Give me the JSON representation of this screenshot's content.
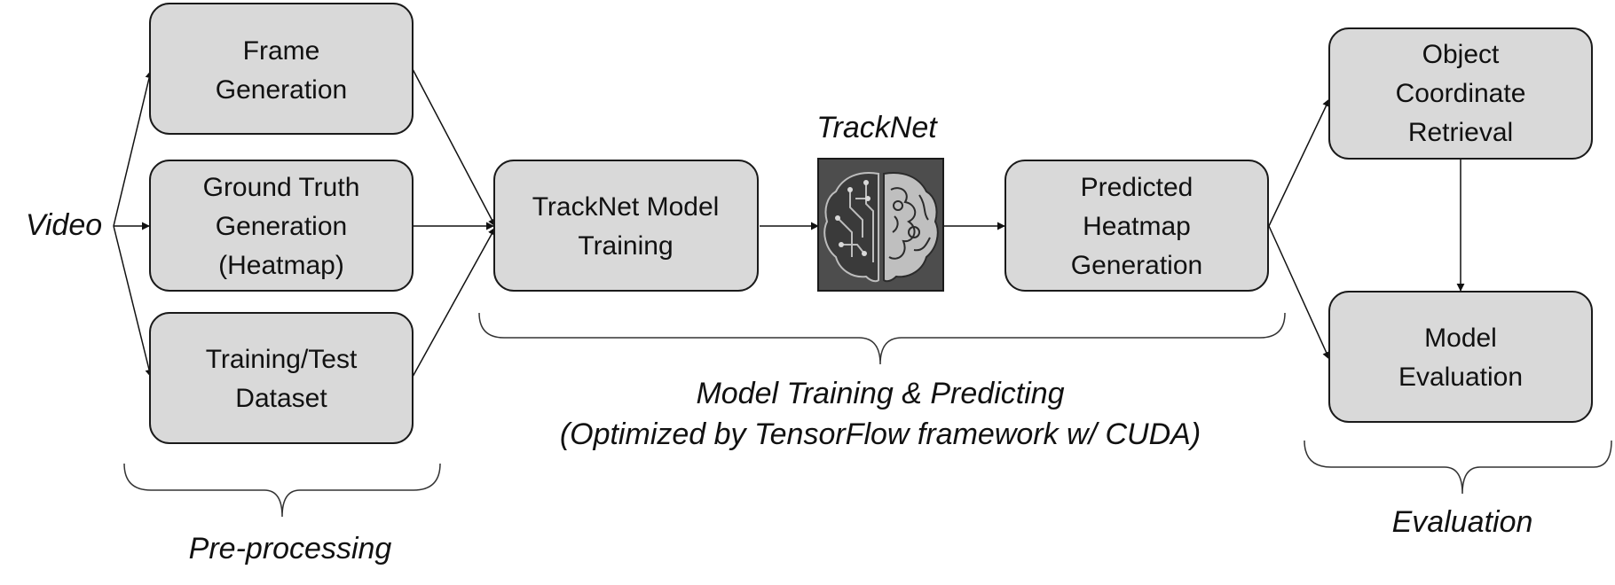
{
  "input_label": "Video",
  "preprocessing": {
    "frame_generation": [
      "Frame",
      "Generation"
    ],
    "ground_truth_generation": [
      "Ground Truth",
      "Generation",
      "(Heatmap)"
    ],
    "dataset": [
      "Training/Test",
      "Dataset"
    ],
    "caption": "Pre-processing"
  },
  "training": {
    "model_training": [
      "TrackNet Model",
      "Training"
    ],
    "network_label": "TrackNet",
    "network_icon": "brain-circuit-icon",
    "predicted_heatmap": [
      "Predicted",
      "Heatmap",
      "Generation"
    ],
    "caption_line1": "Model Training & Predicting",
    "caption_line2": "(Optimized by TensorFlow framework w/ CUDA)"
  },
  "evaluation": {
    "coordinate_retrieval": [
      "Object",
      "Coordinate",
      "Retrieval"
    ],
    "model_evaluation": [
      "Model",
      "Evaluation"
    ],
    "caption": "Evaluation"
  },
  "colors": {
    "box_fill": "#d9d9d9",
    "box_stroke": "#1a1a1a",
    "icon_background": "#4d4d4d"
  }
}
